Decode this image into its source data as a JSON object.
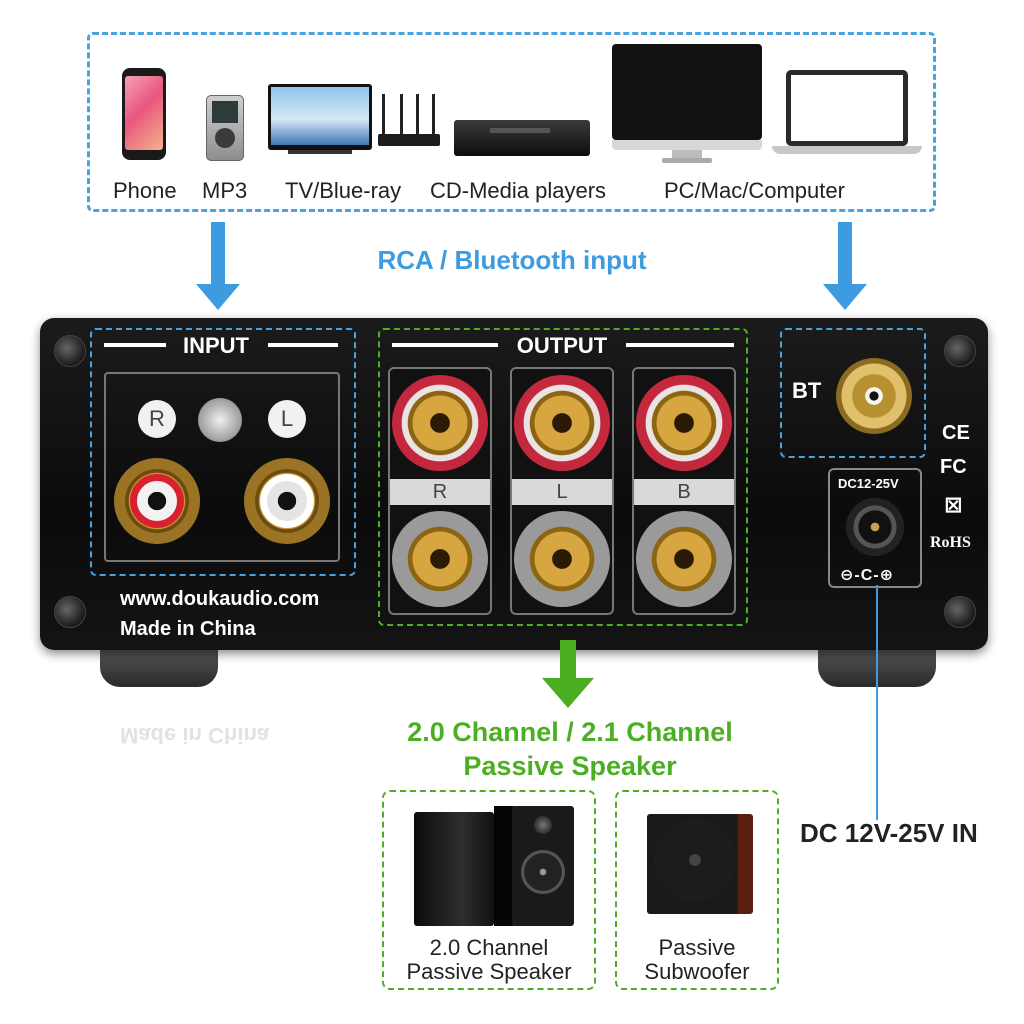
{
  "sources": {
    "devices": [
      {
        "label": "Phone"
      },
      {
        "label": "MP3"
      },
      {
        "label": "TV/Blue-ray"
      },
      {
        "label": "CD-Media players"
      },
      {
        "label": "PC/Mac/Computer"
      }
    ],
    "input_caption": "RCA  / Bluetooth input"
  },
  "amplifier": {
    "input_title": "INPUT",
    "output_title": "OUTPUT",
    "rca_channels": [
      "R",
      "L"
    ],
    "terminal_labels": [
      "R",
      "L",
      "B"
    ],
    "bt_label": "BT",
    "dc_label": "DC12-25V",
    "website": "www.doukaudio.com",
    "made_in": "Made in China",
    "cert_marks": [
      "CE",
      "FC",
      "RoHS"
    ]
  },
  "output": {
    "caption_line1": "2.0 Channel / 2.1 Channel",
    "caption_line2": "Passive Speaker",
    "speakers": [
      {
        "line1": "2.0 Channel",
        "line2": "Passive Speaker"
      },
      {
        "line1": "Passive",
        "line2": "Subwoofer"
      }
    ]
  },
  "power": {
    "caption": "DC 12V-25V IN"
  },
  "colors": {
    "blue": "#3d9be0",
    "green": "#4caf23",
    "terminal_red": "#c3283c"
  }
}
